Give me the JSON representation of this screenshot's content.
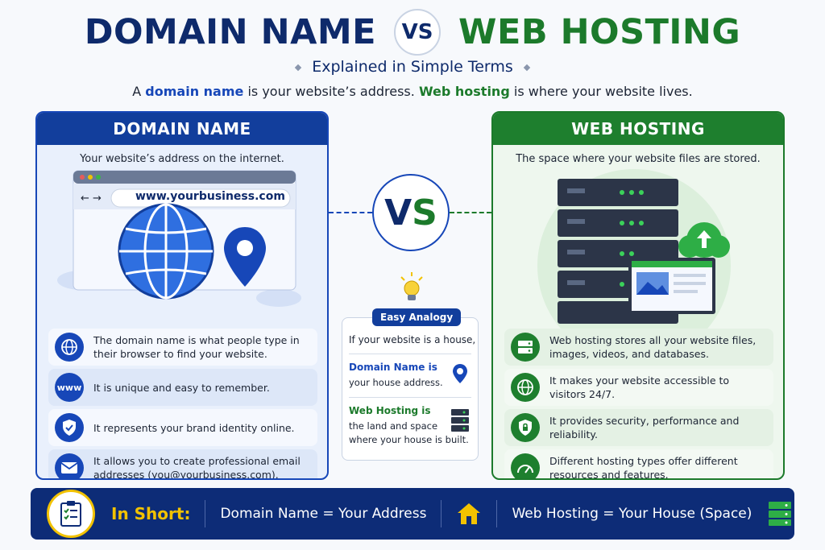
{
  "header": {
    "title_left": "DOMAIN NAME",
    "vs": "VS",
    "title_right": "WEB HOSTING",
    "subtitle": "Explained in Simple Terms",
    "tagline_prefix": "A",
    "tagline_domain": "domain name",
    "tagline_mid": "is your website’s address.",
    "tagline_hosting": "Web hosting",
    "tagline_end": "is where your website lives."
  },
  "domain_panel": {
    "title": "DOMAIN NAME",
    "description": "Your website’s address on the internet.",
    "url": "www.yourbusiness.com",
    "features": [
      {
        "icon": "globe-icon",
        "icon_text": "",
        "text": "The domain name is what people type in their browser to find your website."
      },
      {
        "icon": "www-icon",
        "icon_text": "www",
        "text": "It is unique and easy to remember."
      },
      {
        "icon": "shield-check-icon",
        "icon_text": "",
        "text": "It represents your brand identity online."
      },
      {
        "icon": "envelope-icon",
        "icon_text": "",
        "text": "It allows you to create professional email addresses (you@yourbusiness.com)."
      }
    ]
  },
  "center": {
    "vs": "VS",
    "analogy_title": "Easy Analogy",
    "intro": "If your website is a house,",
    "domain_key": "Domain Name is",
    "domain_value": "your house address.",
    "hosting_key": "Web Hosting is",
    "hosting_value_1": "the land and space",
    "hosting_value_2": "where your house is built."
  },
  "hosting_panel": {
    "title": "WEB HOSTING",
    "description": "The space where your website files are stored.",
    "features": [
      {
        "icon": "server-icon",
        "text": "Web hosting stores all your website files, images, videos, and databases."
      },
      {
        "icon": "globe-icon",
        "text": "It makes your website accessible to visitors 24/7."
      },
      {
        "icon": "lock-shield-icon",
        "text": "It provides security, performance and reliability."
      },
      {
        "icon": "speedometer-icon",
        "text": "Different hosting types offer different resources and features."
      }
    ]
  },
  "bottom_bar": {
    "label": "In Short:",
    "domain_eq": "Domain Name = Your Address",
    "hosting_eq": "Web Hosting = Your House (Space)"
  },
  "colors": {
    "domain_blue": "#123e9c",
    "hosting_green": "#1e7f2e",
    "accent_yellow": "#f2c200"
  }
}
